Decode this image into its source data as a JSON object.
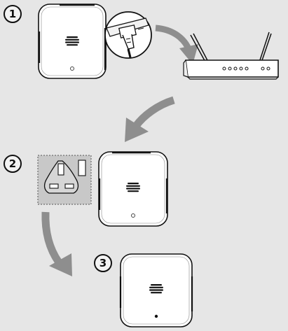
{
  "steps": [
    {
      "number": "1"
    },
    {
      "number": "2"
    },
    {
      "number": "3"
    }
  ],
  "colors": {
    "background": "#e6e6e6",
    "device_fill": "#ffffff",
    "outline": "#111111",
    "arrow": "#8e8e8e",
    "socket_fill": "#c8c8c8"
  },
  "icons": [
    "hub-device-icon",
    "ethernet-port-icon",
    "router-icon",
    "wall-socket-icon",
    "arrow-icon"
  ]
}
